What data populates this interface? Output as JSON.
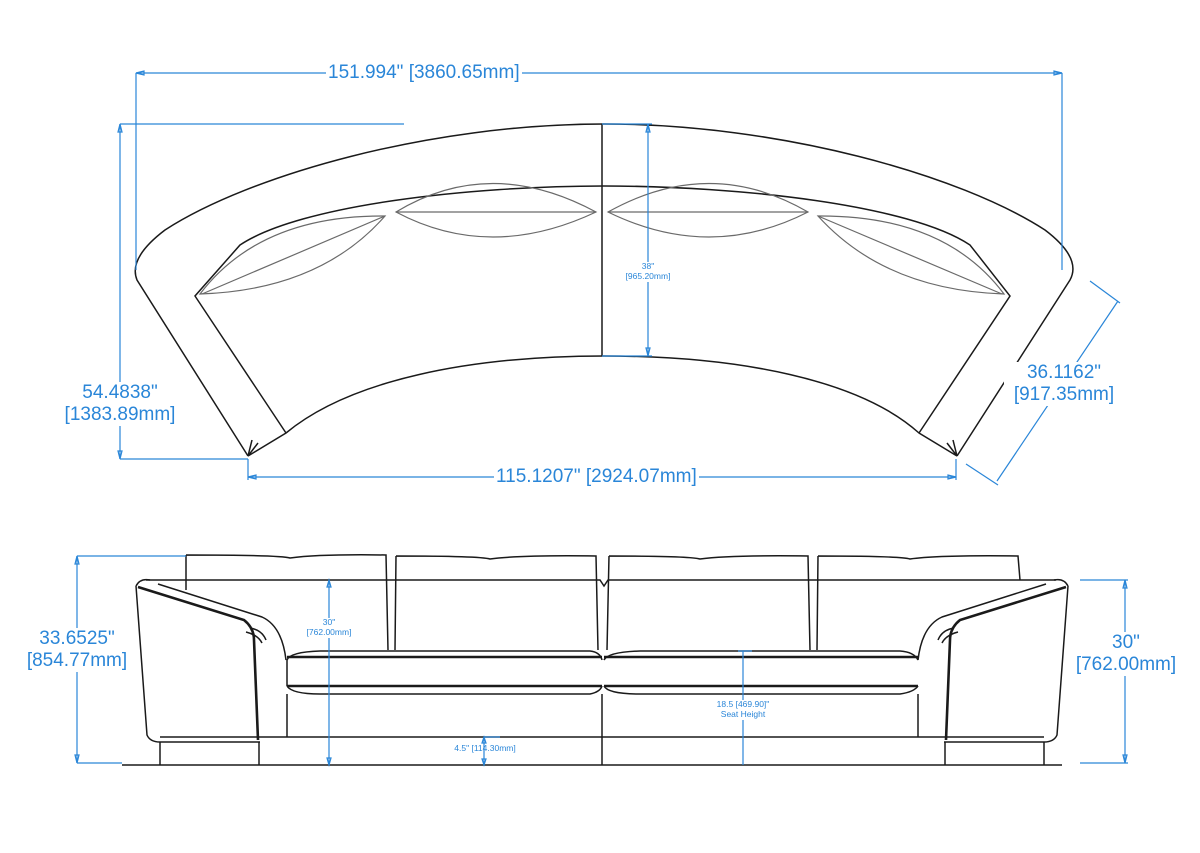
{
  "drawing": {
    "type": "furniture dimension drawing",
    "subject": "curved sectional sofa",
    "line_color": "#1a1a1a",
    "dimension_color": "#2a86d8"
  },
  "top_view": {
    "overall_width": "151.994\" [3860.65mm]",
    "overall_depth_in": "54.4838\"",
    "overall_depth_mm": "[1383.89mm]",
    "inner_width": "115.1207\" [2924.07mm]",
    "arm_depth_in": "36.1162\"",
    "arm_depth_mm": "[917.35mm]",
    "seat_depth_in": "38\"",
    "seat_depth_mm": "[965.20mm]"
  },
  "front_view": {
    "overall_height_in": "33.6525\"",
    "overall_height_mm": "[854.77mm]",
    "arm_height_in": "30\"",
    "arm_height_mm": "[762.00mm]",
    "back_height_in": "30\"",
    "back_height_mm": "[762.00mm]",
    "seat_height_line1": "18.5 [469.90]\"",
    "seat_height_line2": "Seat Height",
    "base_height": "4.5\" [114.30mm]"
  }
}
